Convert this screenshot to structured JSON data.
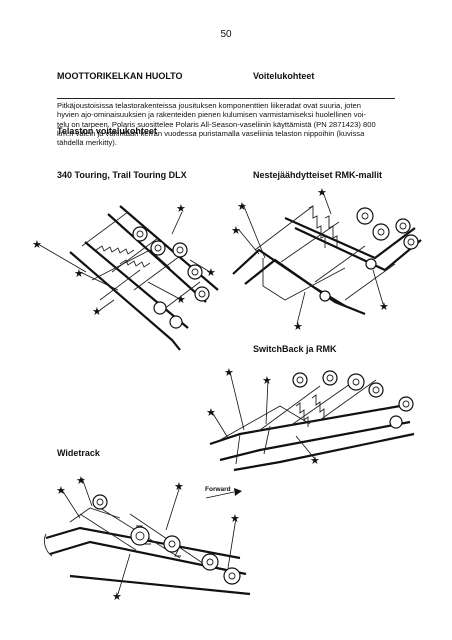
{
  "page_number": "50",
  "header": {
    "left_title": "MOOTTORIKELKAN HUOLTO",
    "right_title": "Voitelukohteet"
  },
  "section_title": "Telaston voitelukohteet",
  "paragraph_lines": [
    "Pitkäjoustoisissa telastorakenteissa jousituksen komponenttien liikeradat ovat suuria, joten",
    "hyvien ajo-ominaisuuksien ja rakenteiden pienen kulumisen varmistamiseksi huolellinen voi-",
    "telu on tarpeen. Polaris suosittelee Polaris All-Season-vaseliinin käyttämistä (PN 2871423) 800",
    "km:n välein ja vähintään kerran vuodessa puristamalla vaseliinia telaston nippoihin (kuvissa",
    "tähdellä merkitty)."
  ],
  "figures": {
    "touring": {
      "caption": "340 Touring, Trail Touring DLX",
      "icon": "star-markers"
    },
    "rmk_liquid": {
      "caption": "Nestejäähdytteiset RMK-mallit",
      "icon": "star-markers"
    },
    "switchback": {
      "caption": "SwitchBack ja RMK",
      "icon": "star-markers"
    },
    "widetrack": {
      "caption": "Widetrack",
      "forward_label": "Forward",
      "icon": "arrow-forward-icon"
    }
  },
  "colors": {
    "ink": "#111111",
    "paper": "#ffffff"
  }
}
